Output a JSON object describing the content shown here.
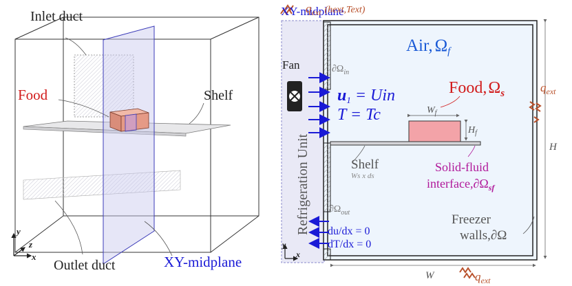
{
  "left_panel": {
    "inlet_label": "Inlet duct",
    "food_label": "Food",
    "shelf_label": "Shelf",
    "outlet_label": "Outlet duct",
    "midplane_label": "XY-midplane",
    "axes": {
      "y": "y",
      "z": "z",
      "x": "x"
    }
  },
  "right_panel": {
    "title": "XY-midplane",
    "air_label": "Air,",
    "air_symbol": "Ω",
    "air_sub": "f",
    "fan_label": "Fan",
    "inlet_boundary": "∂Ω",
    "inlet_sub": "in",
    "velocity_eq": "u",
    "velocity_sub": "1",
    "velocity_rhs": "= Uin",
    "temp_eq": "T = Tc",
    "food_label": "Food,",
    "food_symbol": "Ω",
    "food_sub": "s",
    "wf_label": "W",
    "wf_sub": "f",
    "hf_label": "H",
    "hf_sub": "f",
    "refrigeration_label": "Refrigeration Unit",
    "shelf_label": "Shelf",
    "shelf_dims": "Ws x ds",
    "interface_line1": "Solid-fluid",
    "interface_line2": "interface,∂Ω",
    "interface_sub": "sf",
    "outlet_boundary": "∂Ω",
    "outlet_sub": "out",
    "grad_u": "du/dx = 0",
    "grad_T": "dT/dx = 0",
    "freezer_line1": "Freezer",
    "freezer_line2": "walls,∂Ω",
    "qext_top": "q",
    "qext_top_sub": "ext",
    "qext_top_paren": "(hext,Text)",
    "qext_right": "q",
    "qext_right_sub": "ext",
    "qext_bottom": "q",
    "qext_bottom_sub": "ext",
    "H_label": "H",
    "W_label": "W",
    "axes": {
      "y": "y",
      "x": "x"
    }
  },
  "colors": {
    "blue_text": "#1a1ad6",
    "red_text": "#d11a1a",
    "magenta_text": "#b0189a",
    "brown_text": "#b8502a",
    "air_fill": "#eef5fd",
    "unit_fill": "#e8e8f6",
    "food_fill": "#f3a3a8",
    "gray_text": "#555555"
  },
  "icons": [
    "fan-icon",
    "heat-flux-icon",
    "coordinate-axes-icon"
  ]
}
